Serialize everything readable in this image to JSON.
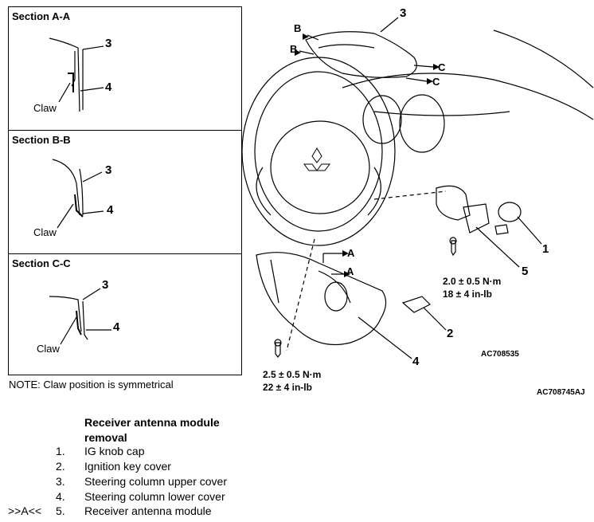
{
  "sections": [
    {
      "title": "Section A-A",
      "claw": "Claw",
      "part_top": "3",
      "part_bottom": "4"
    },
    {
      "title": "Section B-B",
      "claw": "Claw",
      "part_top": "3",
      "part_bottom": "4"
    },
    {
      "title": "Section C-C",
      "claw": "Claw",
      "part_top": "3",
      "part_bottom": "4"
    }
  ],
  "note": "NOTE: Claw position is symmetrical",
  "diagram": {
    "callouts": [
      "3",
      "1",
      "5",
      "2",
      "4"
    ],
    "view_labels": {
      "b1": "B",
      "b2": "B",
      "c1": "C",
      "c2": "C",
      "a1": "A",
      "a2": "A"
    },
    "torque_upper": {
      "line1": "2.0 ± 0.5 N·m",
      "line2": "18 ± 4 in-lb"
    },
    "torque_lower": {
      "line1": "2.5 ± 0.5 N·m",
      "line2": "22 ± 4 in-lb"
    },
    "code_inner": "AC708535",
    "code_outer": "AC708745AJ"
  },
  "procedure": {
    "title": "Receiver antenna module removal",
    "items": [
      {
        "marker": "",
        "num": "1.",
        "text": "IG knob cap"
      },
      {
        "marker": "",
        "num": "2.",
        "text": "Ignition key cover"
      },
      {
        "marker": "",
        "num": "3.",
        "text": "Steering column upper cover"
      },
      {
        "marker": "",
        "num": "4.",
        "text": "Steering column lower cover"
      },
      {
        "marker": ">>A<<",
        "num": "5.",
        "text": "Receiver antenna module"
      }
    ]
  }
}
